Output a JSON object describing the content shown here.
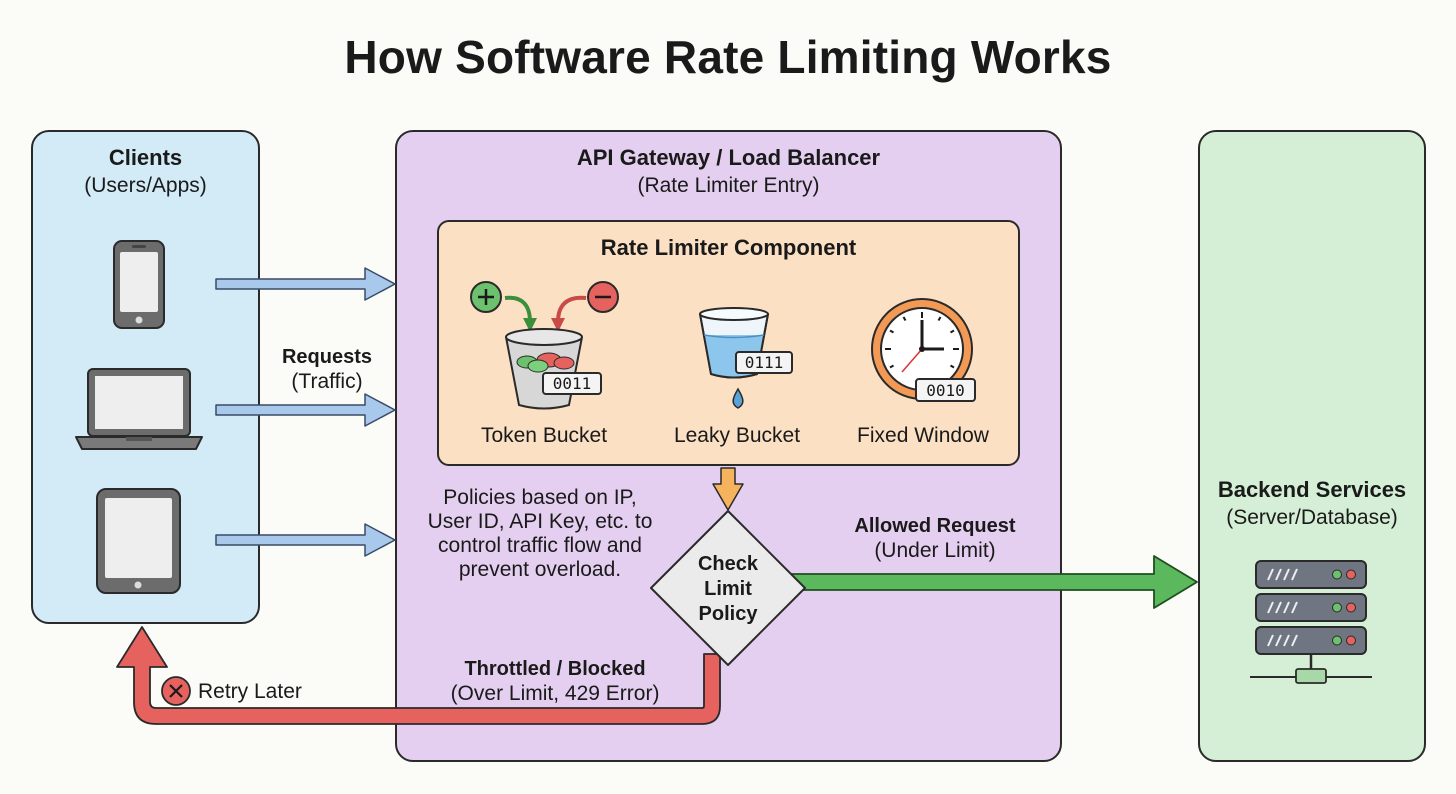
{
  "title": "How Software Rate Limiting Works",
  "clients": {
    "title": "Clients",
    "subtitle": "(Users/Apps)"
  },
  "requests": {
    "label": "Requests",
    "sublabel": "(Traffic)"
  },
  "gateway": {
    "title": "API Gateway / Load Balancer",
    "subtitle": "(Rate Limiter Entry)"
  },
  "limiter": {
    "title": "Rate Limiter Component",
    "algorithms": [
      {
        "name": "Token Bucket",
        "counter": "0011",
        "icon": "token-bucket-icon"
      },
      {
        "name": "Leaky Bucket",
        "counter": "0111",
        "icon": "leaky-bucket-icon"
      },
      {
        "name": "Fixed Window",
        "counter": "0010",
        "icon": "clock-icon"
      }
    ]
  },
  "policy_note": [
    "Policies based on IP,",
    "User ID, API Key, etc. to",
    "control traffic flow and",
    "prevent overload."
  ],
  "decision": [
    "Check",
    "Limit",
    "Policy"
  ],
  "allowed": {
    "label": "Allowed Request",
    "sublabel": "(Under Limit)"
  },
  "throttled": {
    "label": "Throttled / Blocked",
    "sublabel": "(Over Limit, 429 Error)"
  },
  "retry": {
    "label": "Retry Later"
  },
  "backend": {
    "title": "Backend Services",
    "subtitle": "(Server/Database)"
  },
  "colors": {
    "clients_bg": "#d3ebf7",
    "gateway_bg": "#e4cff0",
    "limiter_bg": "#fbe0c4",
    "backend_bg": "#d5efd6",
    "request_arrow": "#a8c8ec",
    "allowed_arrow": "#5cb85c",
    "blocked_arrow": "#e5625e"
  }
}
